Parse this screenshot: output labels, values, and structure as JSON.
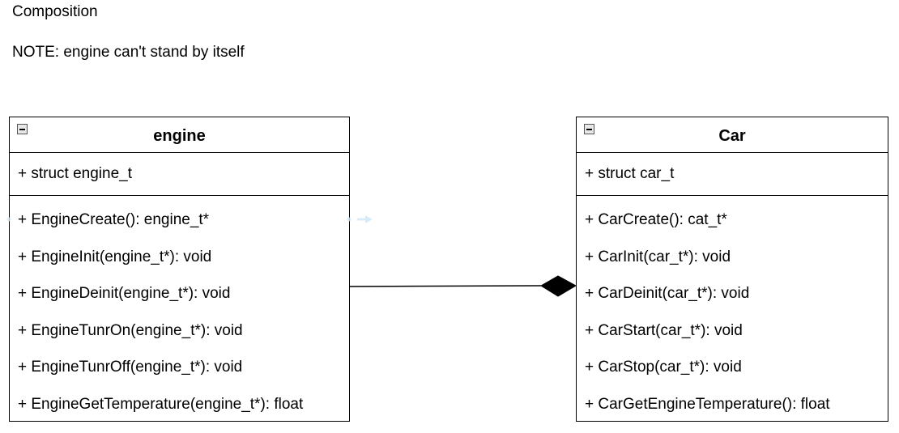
{
  "title": "Composition",
  "note": "NOTE: engine can't stand by itself",
  "engine": {
    "name": "engine",
    "attributes": [
      "+ struct engine_t"
    ],
    "methods": [
      "+ EngineCreate(): engine_t*",
      "+ EngineInit(engine_t*): void",
      "+ EngineDeinit(engine_t*): void",
      "+ EngineTunrOn(engine_t*): void",
      "+ EngineTunrOff(engine_t*): void",
      "+ EngineGetTemperature(engine_t*): float"
    ]
  },
  "car": {
    "name": "Car",
    "attributes": [
      "+ struct car_t"
    ],
    "methods": [
      "+ CarCreate(): cat_t*",
      "+ CarInit(car_t*): void",
      "+ CarDeinit(car_t*): void",
      "+ CarStart(car_t*): void",
      "+ CarStop(car_t*): void",
      "+ CarGetEngineTemperature(): float"
    ]
  },
  "relationship": {
    "type": "composition",
    "from": "engine",
    "to": "Car"
  },
  "colors": {
    "line": "#000000",
    "hover_hint": "#cfe8f7"
  }
}
